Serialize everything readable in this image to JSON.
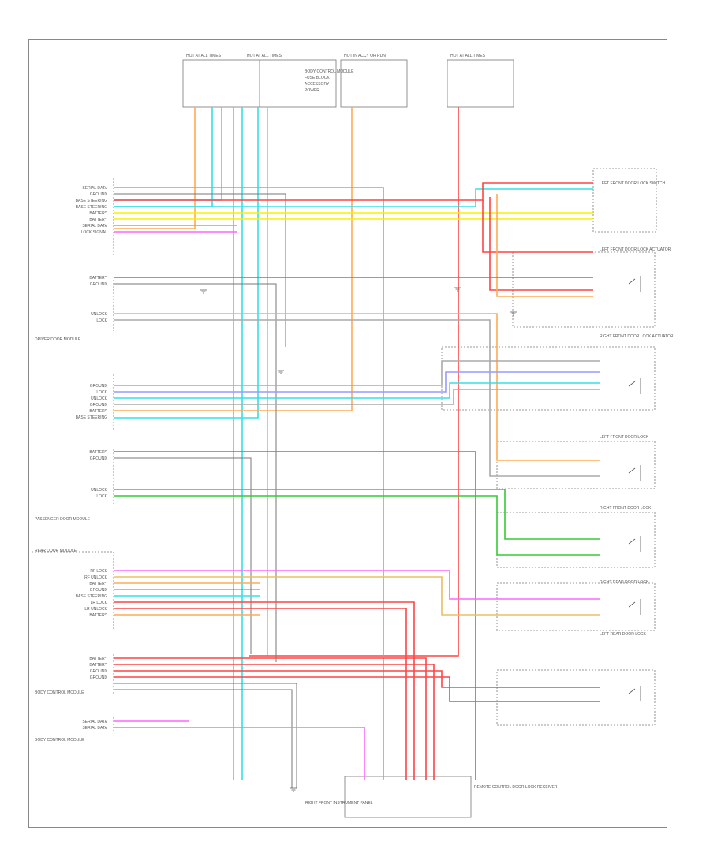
{
  "fuses": [
    {
      "id": "fuse-1",
      "label": "HOT AT ALL TIMES"
    },
    {
      "id": "fuse-2",
      "label": "HOT AT ALL TIMES"
    },
    {
      "id": "fuse-3",
      "label": "HOT IN ACCY OR RUN"
    },
    {
      "id": "fuse-4",
      "label": "HOT AT ALL TIMES"
    }
  ],
  "fuse_block_labels": [
    "BODY CONTROL MODULE",
    "FUSE BLOCK",
    "ACCESSORY",
    "POWER"
  ],
  "left_module_labels": {
    "door_module_1": "DRIVER DOOR MODULE",
    "door_module_2": "PASSENGER DOOR MODULE",
    "rear_module": "REAR DOOR MODULE",
    "bcm": "BODY CONTROL MODULE"
  },
  "left_pin_labels": [
    "SERIAL DATA",
    "GROUND",
    "BASE STEERING",
    "BASE STEERING",
    "BATTERY",
    "BATTERY",
    "SERIAL DATA",
    "LOCK SIGNAL",
    "BATTERY",
    "GROUND",
    "UNLOCK",
    "LOCK",
    "GROUND",
    "LOCK",
    "UNLOCK",
    "GROUND",
    "BATTERY",
    "BASE STEERING",
    "BATTERY",
    "GROUND",
    "UNLOCK",
    "LOCK",
    "RF LOCK",
    "RF UNLOCK",
    "BATTERY",
    "GROUND",
    "BASE STEERING",
    "LR LOCK",
    "LR UNLOCK",
    "BATTERY",
    "BATTERY",
    "BATTERY",
    "GROUND",
    "GROUND",
    "SERIAL DATA",
    "SERIAL DATA"
  ],
  "right_components": [
    {
      "id": "driver-door-lock-switch",
      "label": "LEFT FRONT DOOR LOCK SWITCH"
    },
    {
      "id": "left-front-lock-actuator",
      "label": "LEFT FRONT DOOR LOCK ACTUATOR"
    },
    {
      "id": "right-front-lock-actuator",
      "label": "RIGHT FRONT DOOR LOCK ACTUATOR"
    },
    {
      "id": "left-front-door-lock",
      "label": "LEFT FRONT DOOR LOCK"
    },
    {
      "id": "right-front-door-lock",
      "label": "RIGHT FRONT DOOR LOCK"
    },
    {
      "id": "right-rear-door-lock",
      "label": "RIGHT REAR DOOR LOCK"
    },
    {
      "id": "left-rear-door-lock",
      "label": "LEFT REAR DOOR LOCK"
    }
  ],
  "bottom_component": "REMOTE CONTROL DOOR LOCK RECEIVER",
  "bottom_ground": "RIGHT FRONT INSTRUMENT PANEL",
  "figure_number": "",
  "colors": {
    "pink": "#ff66ff",
    "cyan": "#33e0e8",
    "orange": "#ffaa55",
    "yellow": "#f5f000",
    "red": "#ff4444",
    "green": "#33cc33",
    "purple": "#9999ff",
    "tan": "#e8c060",
    "gray": "#999999"
  }
}
